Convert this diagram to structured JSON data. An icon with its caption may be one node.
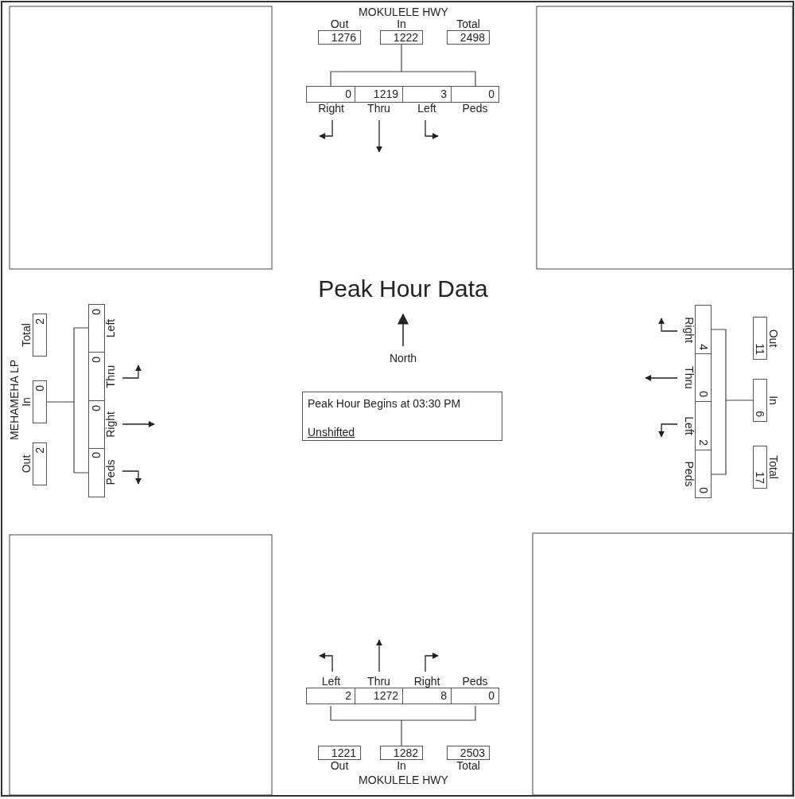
{
  "diagram": {
    "title": "Peak Hour Data",
    "nodes": [
      {
        "text": [
          "Out",
          "1276"
        ]
      },
      {
        "text": [
          "In",
          "1222"
        ]
      },
      {
        "text": [
          "Total",
          "2498"
        ]
      },
      {
        "text": [
          "0",
          "Right"
        ]
      },
      {
        "text": [
          "1219",
          "Thru"
        ]
      },
      {
        "text": [
          "3",
          "Left"
        ]
      },
      {
        "text": [
          "0",
          "Peds"
        ]
      },
      {
        "text": [
          "Out",
          "2"
        ]
      },
      {
        "text": [
          "In",
          "0"
        ]
      },
      {
        "text": [
          "Total",
          "2"
        ]
      },
      {
        "text": [
          "0",
          "Peds"
        ]
      },
      {
        "text": [
          "0",
          "Right"
        ]
      },
      {
        "text": [
          "0",
          "Thru"
        ]
      },
      {
        "text": [
          "0",
          "Left"
        ]
      },
      {
        "text": [
          "11",
          "Out"
        ]
      },
      {
        "text": [
          "6",
          "In"
        ]
      },
      {
        "text": [
          "17",
          "Total"
        ]
      },
      {
        "text": [
          "Right",
          "4"
        ]
      },
      {
        "text": [
          "Thru",
          "0"
        ]
      },
      {
        "text": [
          "Left",
          "2"
        ]
      },
      {
        "text": [
          "Peds",
          "0"
        ]
      },
      {
        "text": [
          "Peak Hour Begins at 03:30 PM",
          "Unshifted"
        ]
      },
      {
        "text": [
          "Left",
          "2"
        ]
      },
      {
        "text": [
          "Thru",
          "1272"
        ]
      },
      {
        "text": [
          "Right",
          "8"
        ]
      },
      {
        "text": [
          "Peds",
          "0"
        ]
      },
      {
        "text": [
          "1221",
          "Out"
        ]
      },
      {
        "text": [
          "1282",
          "In"
        ]
      },
      {
        "text": [
          "2503",
          "Total"
        ]
      }
    ],
    "labels": [
      "MOKULELE HWY",
      "MEHAMEHA LP",
      "North",
      "MOKULELE HWY"
    ]
  }
}
